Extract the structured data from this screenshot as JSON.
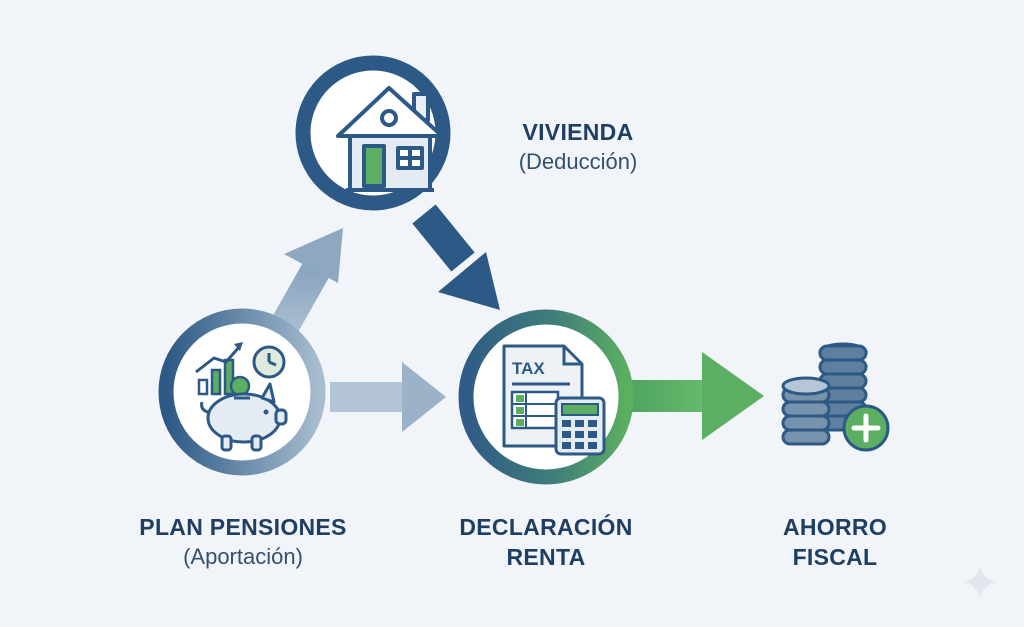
{
  "nodes": {
    "vivienda": {
      "title": "VIVIENDA",
      "subtitle": "(Deducción)",
      "icon": "house-icon"
    },
    "plan": {
      "title": "PLAN PENSIONES",
      "subtitle": "(Aportación)",
      "icon": "piggy-bank-growth-icon"
    },
    "renta": {
      "title_line1": "DECLARACIÓN",
      "title_line2": "RENTA",
      "icon": "tax-form-calculator-icon",
      "doc_text": "TAX"
    },
    "ahorro": {
      "title_line1": "AHORRO",
      "title_line2": "FISCAL",
      "icon": "coin-stacks-plus-icon"
    }
  },
  "colors": {
    "navy": "#2c5985",
    "dark_text": "#1f3e63",
    "green": "#5cae62",
    "light_arrow": "#94acc4",
    "background": "#f1f4f8"
  }
}
